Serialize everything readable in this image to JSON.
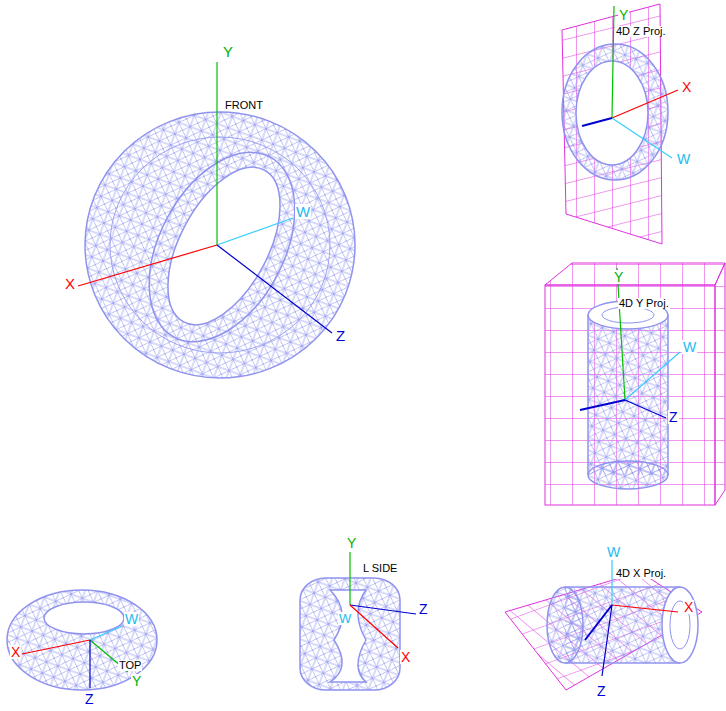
{
  "diagram": {
    "labels": [
      "Y",
      "FRONT",
      "W",
      "X",
      "Z",
      "Y",
      "4D Z Proj.",
      "X",
      "W",
      "Y",
      "4D Y Proj.",
      "W",
      "Z",
      "X",
      "W",
      "TOP",
      "Y",
      "Z",
      "Y",
      "L SIDE",
      "Z",
      "X",
      "W",
      "W",
      "4D X Proj.",
      "X",
      "Z"
    ]
  }
}
